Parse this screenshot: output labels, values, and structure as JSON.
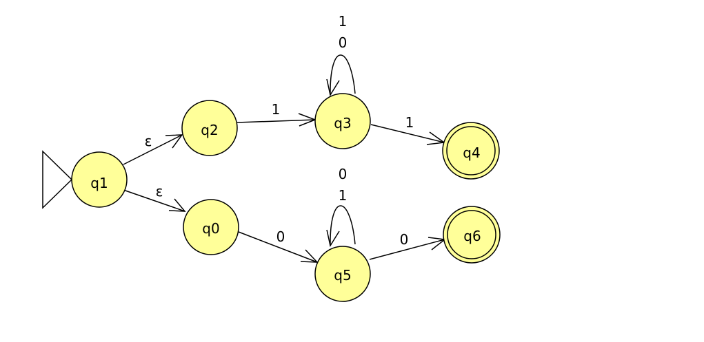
{
  "colors": {
    "state_fill": "#ffff99",
    "stroke": "#000000",
    "background": "#ffffff"
  },
  "automaton": {
    "start_state": "q1",
    "states": [
      {
        "id": "q1",
        "label": "q1",
        "final": false
      },
      {
        "id": "q2",
        "label": "q2",
        "final": false
      },
      {
        "id": "q0",
        "label": "q0",
        "final": false
      },
      {
        "id": "q3",
        "label": "q3",
        "final": false
      },
      {
        "id": "q5",
        "label": "q5",
        "final": false
      },
      {
        "id": "q4",
        "label": "q4",
        "final": true
      },
      {
        "id": "q6",
        "label": "q6",
        "final": true
      }
    ],
    "transitions": [
      {
        "from": "q1",
        "to": "q2",
        "label": "ε"
      },
      {
        "from": "q1",
        "to": "q0",
        "label": "ε"
      },
      {
        "from": "q2",
        "to": "q3",
        "label": "1"
      },
      {
        "from": "q3",
        "to": "q3",
        "labels": [
          "0",
          "1"
        ]
      },
      {
        "from": "q3",
        "to": "q4",
        "label": "1"
      },
      {
        "from": "q0",
        "to": "q5",
        "label": "0"
      },
      {
        "from": "q5",
        "to": "q5",
        "labels": [
          "1",
          "0"
        ]
      },
      {
        "from": "q5",
        "to": "q6",
        "label": "0"
      }
    ]
  }
}
